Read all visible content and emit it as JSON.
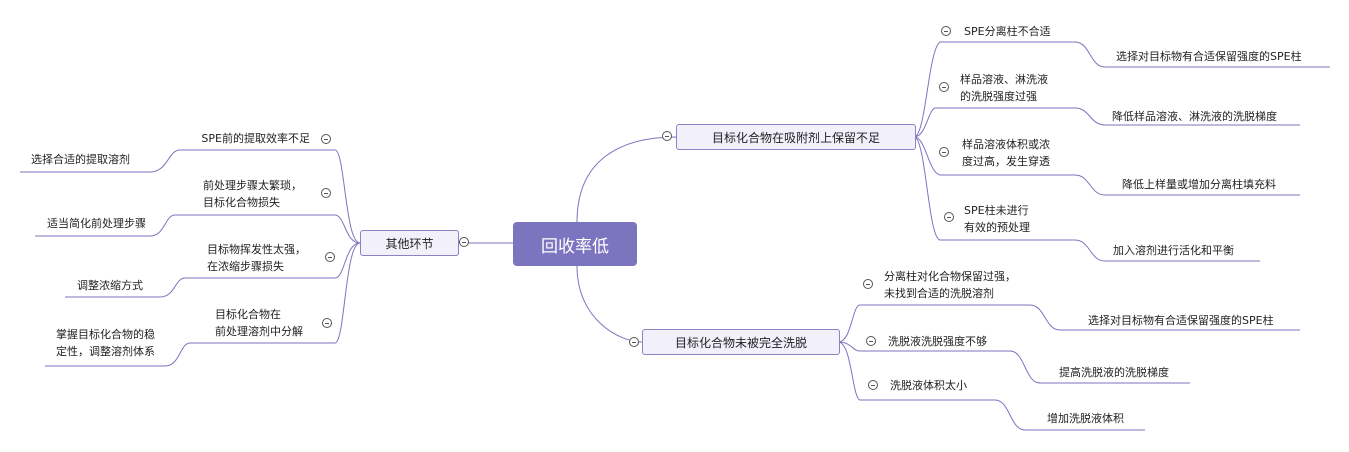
{
  "root": {
    "label": "回收率低"
  },
  "branches": {
    "adsorption": {
      "label": "目标化合物在吸附剂上保留不足",
      "causes": [
        {
          "label": "SPE分离柱不合适",
          "solution": "选择对目标物有合适保留强度的SPE柱"
        },
        {
          "label": "样品溶液、淋洗液\n的洗脱强度过强",
          "solution": "降低样品溶液、淋洗液的洗脱梯度"
        },
        {
          "label": "样品溶液体积或浓\n度过高，发生穿透",
          "solution": "降低上样量或增加分离柱填充料"
        },
        {
          "label": "SPE柱未进行\n有效的预处理",
          "solution": "加入溶剂进行活化和平衡"
        }
      ]
    },
    "elution": {
      "label": "目标化合物未被完全洗脱",
      "causes": [
        {
          "label": "分离柱对化合物保留过强，\n未找到合适的洗脱溶剂",
          "solution": "选择对目标物有合适保留强度的SPE柱"
        },
        {
          "label": "洗脱液洗脱强度不够",
          "solution": "提高洗脱液的洗脱梯度"
        },
        {
          "label": "洗脱液体积太小",
          "solution": "增加洗脱液体积"
        }
      ]
    },
    "other": {
      "label": "其他环节",
      "causes": [
        {
          "label": "SPE前的提取效率不足",
          "solution": "选择合适的提取溶剂"
        },
        {
          "label": "前处理步骤太繁琐，\n目标化合物损失",
          "solution": "适当简化前处理步骤"
        },
        {
          "label": "目标物挥发性太强，\n在浓缩步骤损失",
          "solution": "调整浓缩方式"
        },
        {
          "label": "目标化合物在\n前处理溶剂中分解",
          "solution": "掌握目标化合物的稳\n定性，调整溶剂体系"
        }
      ]
    }
  },
  "colors": {
    "root_fill": "#7b74bf",
    "branch_fill": "#f1f0fb",
    "connector": "#7b74bf"
  }
}
